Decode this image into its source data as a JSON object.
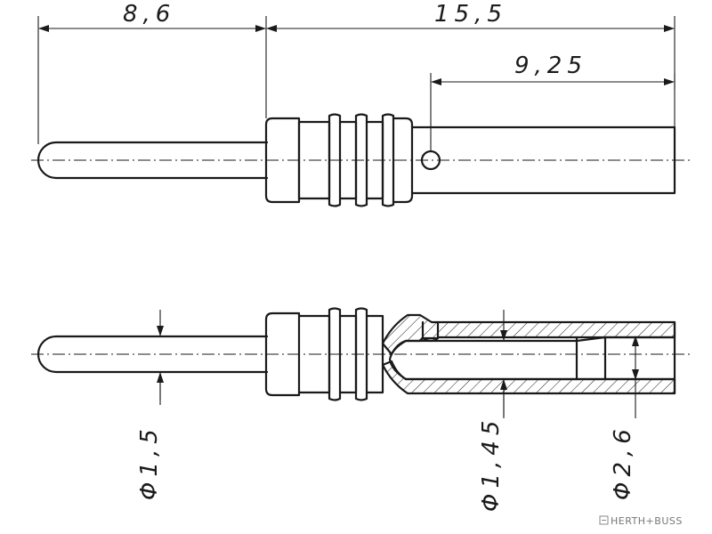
{
  "dimensions": {
    "top_left": "8,6",
    "top_right": "15,5",
    "sub_right": "9,25",
    "dia_pin": "Φ1,5",
    "dia_bore": "Φ1,45",
    "dia_outer": "Φ2,6"
  },
  "brand": {
    "text": "HERTH+BUSS"
  }
}
